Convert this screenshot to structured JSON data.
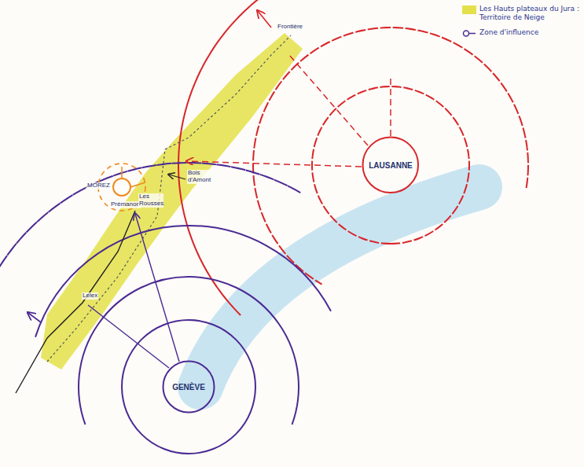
{
  "diagram": {
    "nodes": [
      {
        "text": [
          "LAUSANNE"
        ]
      },
      {
        "text": [
          "GENÈVE"
        ]
      }
    ],
    "labels": [
      "Frontière",
      "MOREZ",
      "Prémanon",
      "Bois d'Amont",
      "Les Rousses",
      "Lelex"
    ],
    "legend": [
      {
        "text": "Les Hauts plateaux du Jura : Territoire de Neige",
        "color": "#e4e04a"
      },
      {
        "text": "Zone d'influence"
      }
    ]
  }
}
